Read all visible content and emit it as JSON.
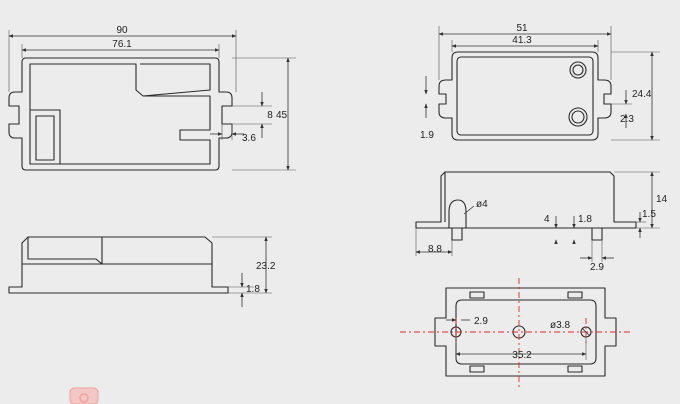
{
  "views": {
    "top_left": {
      "dims": {
        "overall_length": "90",
        "body_length": "76.1",
        "tab_slot": "8",
        "tab_width": "3.6",
        "overall_width": "45"
      }
    },
    "side_left": {
      "dims": {
        "height": "23.2",
        "tab_thickness": "1.8"
      }
    },
    "top_right": {
      "dims": {
        "overall_length": "51",
        "body_length": "41.3",
        "height": "24.4",
        "tab_offset": "1.9",
        "tab_depth": "2.3"
      }
    },
    "side_right": {
      "dims": {
        "diameter": "ø4",
        "height": "14",
        "step_left": "4",
        "step_mid": "1.8",
        "tab_thickness": "1.5",
        "left_offset": "8.8",
        "slot_width": "2.9"
      }
    },
    "bottom_right": {
      "dims": {
        "hole_offset": "2.9",
        "hole_diameter": "ø3.8",
        "hole_spacing": "35.2"
      }
    }
  }
}
